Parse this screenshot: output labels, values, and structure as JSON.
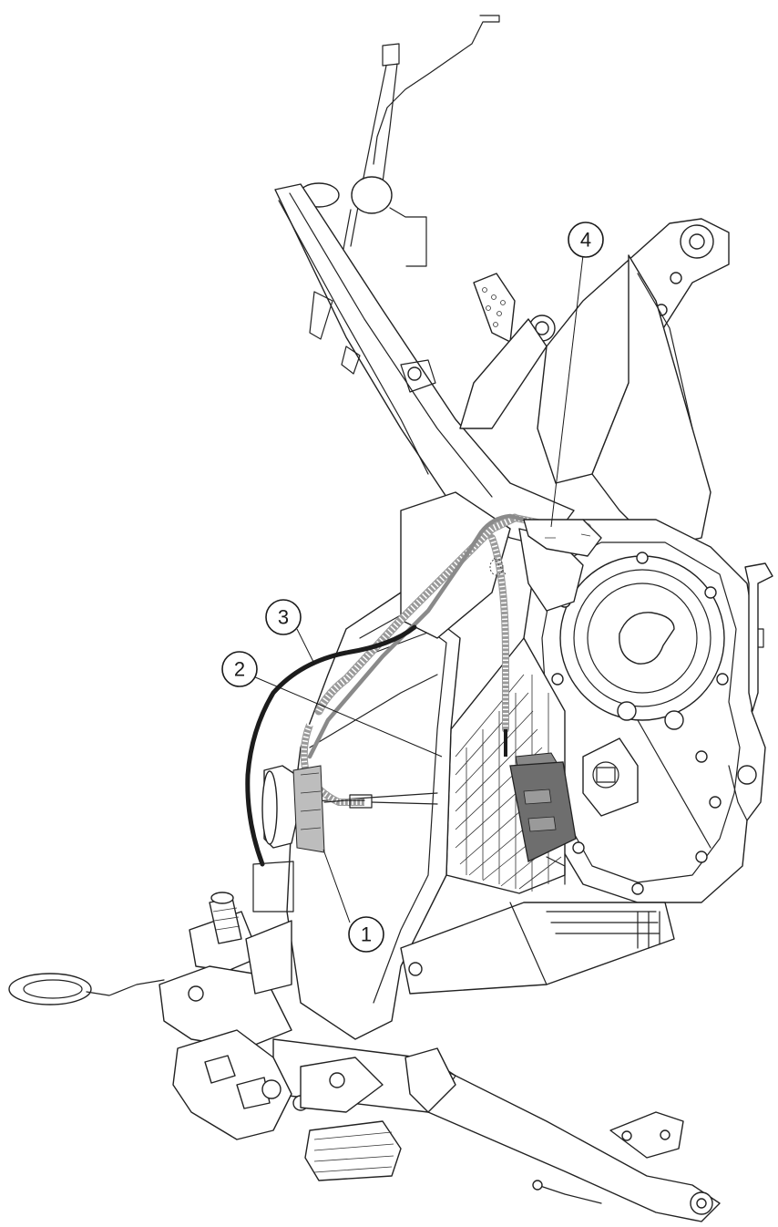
{
  "callouts": [
    {
      "id": "1",
      "label": "1"
    },
    {
      "id": "2",
      "label": "2"
    },
    {
      "id": "3",
      "label": "3"
    },
    {
      "id": "4",
      "label": "4"
    }
  ],
  "colors": {
    "line": "#222222",
    "cable_dark": "#1c1c1c",
    "cable_grey": "#8a8a8a",
    "corrugated_hose": "#9a9a9a",
    "component_fill": "#6e6e6e"
  }
}
